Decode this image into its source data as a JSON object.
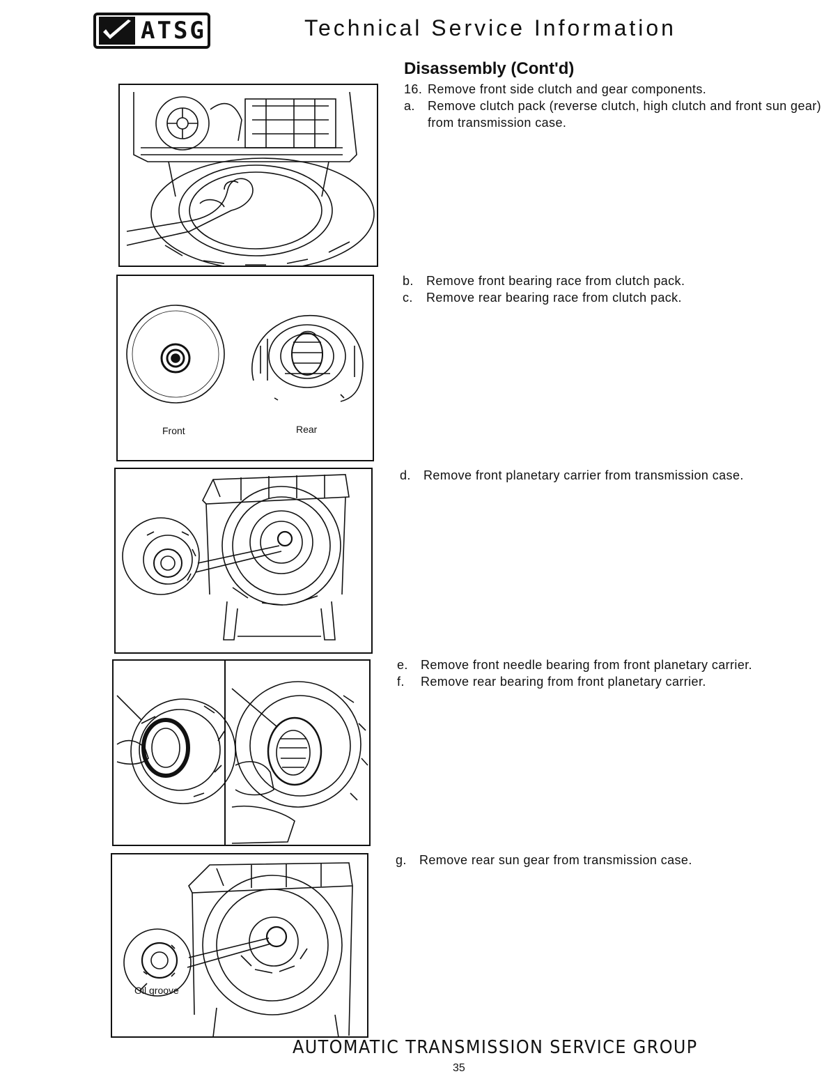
{
  "header": {
    "logo_text": "ATSG",
    "title": "Technical Service Information"
  },
  "section": {
    "title": "Disassembly (Cont'd)"
  },
  "steps": [
    {
      "num": "16.",
      "text": "Remove front side clutch and gear components."
    },
    {
      "num": "a.",
      "text": "Remove clutch pack (reverse clutch, high clutch and front sun gear) from transmission case."
    },
    {
      "num": "b.",
      "text": "Remove front bearing race from clutch pack."
    },
    {
      "num": "c.",
      "text": "Remove rear bearing race from clutch pack."
    },
    {
      "num": "d.",
      "text": "Remove front planetary carrier from transmission case."
    },
    {
      "num": "e.",
      "text": "Remove front needle bearing from front planetary carrier."
    },
    {
      "num": "f.",
      "text": "Remove rear bearing from front planetary carrier."
    },
    {
      "num": "g.",
      "text": "Remove rear sun gear from transmission case."
    }
  ],
  "figures": {
    "fig2": {
      "label_front": "Front",
      "label_rear": "Rear"
    },
    "fig5": {
      "label_oil_groove": "Oil groove"
    }
  },
  "footer": {
    "text": "AUTOMATIC TRANSMISSION SERVICE GROUP",
    "page": "35"
  }
}
